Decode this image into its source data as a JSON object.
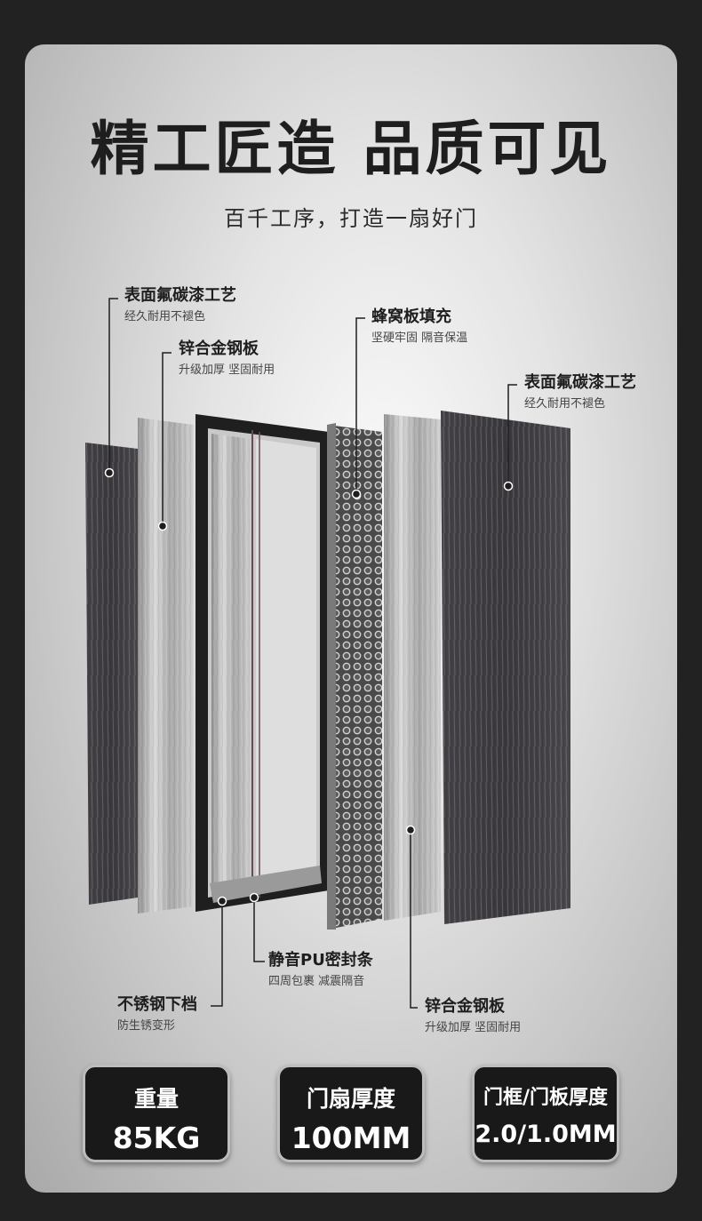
{
  "heading": {
    "title": "精工匠造 品质可见",
    "subtitle": "百千工序，打造一扇好门"
  },
  "labels": [
    {
      "id": "surface_left",
      "title": "表面氟碳漆工艺",
      "desc": "经久耐用不褪色"
    },
    {
      "id": "steel_left",
      "title": "锌合金钢板",
      "desc": "升级加厚 坚固耐用"
    },
    {
      "id": "honeycomb",
      "title": "蜂窝板填充",
      "desc": "坚硬牢固 隔音保温"
    },
    {
      "id": "surface_right",
      "title": "表面氟碳漆工艺",
      "desc": "经久耐用不褪色"
    },
    {
      "id": "seal",
      "title": "静音PU密封条",
      "desc": "四周包裹 减震隔音"
    },
    {
      "id": "bottom_rail",
      "title": "不锈钢下档",
      "desc": "防生锈变形"
    },
    {
      "id": "steel_right",
      "title": "锌合金钢板",
      "desc": "升级加厚 坚固耐用"
    }
  ],
  "specs": [
    {
      "label": "重量",
      "value": "85KG"
    },
    {
      "label": "门扇厚度",
      "value": "100MM"
    },
    {
      "label": "门框/门板厚度",
      "value": "2.0/1.0MM"
    }
  ],
  "colors": {
    "dark_panel": "#3e3c40",
    "steel": "#b8b8b8",
    "frame": "#1f1f1f",
    "badge_bg": "#191919"
  }
}
